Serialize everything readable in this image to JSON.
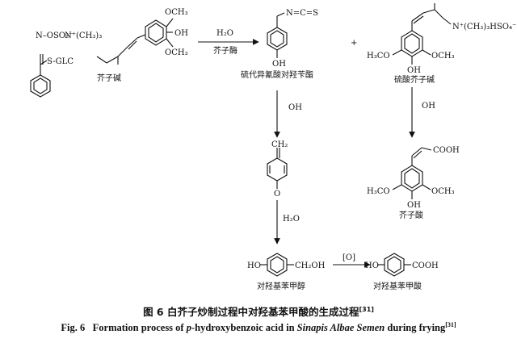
{
  "compounds": {
    "sinigrin": {
      "name": "芥子碱",
      "group_sulfonate": "N–OSO₂⁻",
      "group_choline": "N⁺(CH₃)₃",
      "group_glc": "S-GLC",
      "group_och3_top": "OCH₃",
      "group_och3_bottom": "OCH₃",
      "group_oh": "OH"
    },
    "isothiocyanate": {
      "name": "硫代异氰酸对羟苄酯",
      "group_ncs": "N=C=S",
      "group_oh": "OH"
    },
    "sinapine": {
      "name": "硫酸芥子碱",
      "group_choline": "N⁺(CH₃)₃HSO₄⁻",
      "group_och3_left": "H₃CO",
      "group_och3_right": "OCH₃",
      "group_oh": "OH"
    },
    "quinone_methide": {
      "group_ch2": "CH₂",
      "group_o": "O"
    },
    "sinapic_acid": {
      "name": "芥子酸",
      "group_cooh": "COOH",
      "group_och3_left": "H₃CO",
      "group_och3_right": "OCH₃",
      "group_oh": "OH"
    },
    "hydroxybenzyl_alcohol": {
      "name": "对羟基苯甲醇",
      "group_ho": "HO",
      "group_ch2oh": "CH₂OH"
    },
    "hydroxybenzoic_acid": {
      "name": "对羟基苯甲酸",
      "group_ho": "HO",
      "group_cooh": "COOH"
    }
  },
  "plus": "+",
  "arrows": {
    "a1_top": "H₂O",
    "a1_bottom": "芥子酶",
    "a2": "OH",
    "a3": "OH",
    "a4": "H₂O",
    "a5": "[O]"
  },
  "caption": {
    "cn_main": "图 6    白芥子炒制过程中对羟基苯甲酸的生成过程",
    "cn_ref": "[31]",
    "en_label": "Fig. 6",
    "en_pre": "Formation process of ",
    "en_p": "p",
    "en_mid": "-hydroxybenzoic acid in ",
    "en_species": "Sinapis Albae Semen",
    "en_post": " during frying",
    "en_ref": "[31]"
  }
}
